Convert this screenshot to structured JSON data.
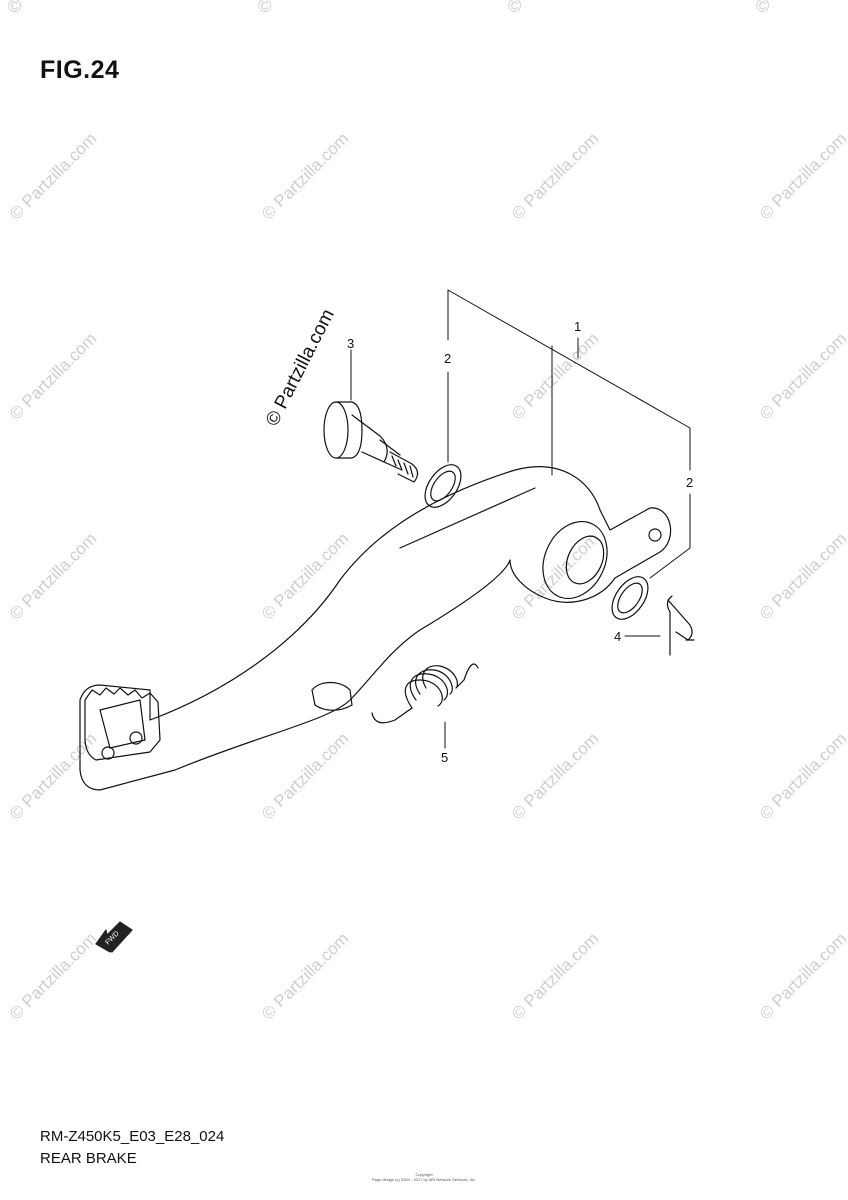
{
  "figure": {
    "title": "FIG.24"
  },
  "watermark": {
    "text": "Partzilla.com",
    "copyright_symbol": "©",
    "main": "© Partzilla.com"
  },
  "callouts": {
    "c1": "1",
    "c2a": "2",
    "c2b": "2",
    "c3": "3",
    "c4": "4",
    "c5": "5"
  },
  "fwd_badge": {
    "label": "FWD"
  },
  "footer": {
    "model_code": "RM-Z450K5_E03_E28_024",
    "section_name": "REAR BRAKE",
    "fine_print_1": "Copyright",
    "fine_print_2": "Page design (c) 2004 - 2017 by ARI Network Services, Inc."
  }
}
